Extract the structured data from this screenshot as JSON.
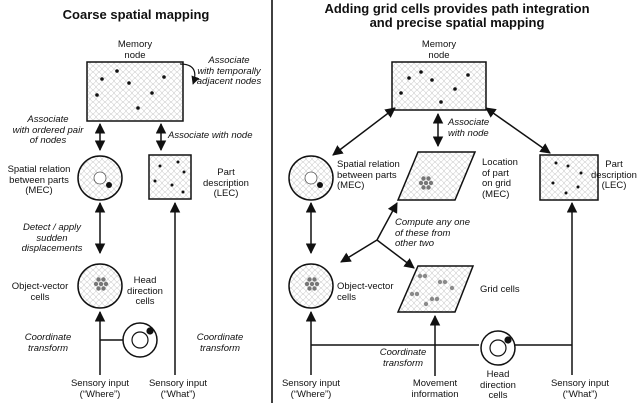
{
  "left": {
    "title": "Coarse spatial mapping",
    "memory_node": [
      "Memory",
      "node"
    ],
    "associate_temporal": [
      "Associate",
      "with temporally",
      "adjacent nodes"
    ],
    "associate_pair": [
      "Associate",
      "with ordered pair",
      "of nodes"
    ],
    "associate_node": "Associate with node",
    "spatial_relation": [
      "Spatial relation",
      "between parts",
      "(MEC)"
    ],
    "part_description": [
      "Part",
      "description",
      "(LEC)"
    ],
    "detect_apply": [
      "Detect / apply",
      "sudden",
      "displacements"
    ],
    "object_vector": [
      "Object-vector",
      "cells"
    ],
    "head_direction": [
      "Head",
      "direction",
      "cells"
    ],
    "coordinate_transform_left": [
      "Coordinate",
      "transform"
    ],
    "coordinate_transform_right": [
      "Coordinate",
      "transform"
    ],
    "sensory_where": [
      "Sensory input",
      "(“Where”)"
    ],
    "sensory_what": [
      "Sensory input",
      "(“What”)"
    ]
  },
  "right": {
    "title": [
      "Adding grid cells provides path integration",
      "and precise spatial mapping"
    ],
    "memory_node": [
      "Memory",
      "node"
    ],
    "associate_node": [
      "Associate",
      "with node"
    ],
    "spatial_relation": [
      "Spatial relation",
      "between parts",
      "(MEC)"
    ],
    "location_grid": [
      "Location",
      "of part",
      "on grid",
      "(MEC)"
    ],
    "part_description": [
      "Part",
      "description",
      "(LEC)"
    ],
    "compute": [
      "Compute any one",
      "of these from",
      "other two"
    ],
    "object_vector": [
      "Object-vector",
      "cells"
    ],
    "grid_cells": "Grid cells",
    "coordinate_transform": [
      "Coordinate",
      "transform"
    ],
    "sensory_where": [
      "Sensory input",
      "(“Where”)"
    ],
    "movement": [
      "Movement",
      "information"
    ],
    "head_direction": [
      "Head",
      "direction",
      "cells"
    ],
    "sensory_what": [
      "Sensory input",
      "(“What”)"
    ]
  }
}
